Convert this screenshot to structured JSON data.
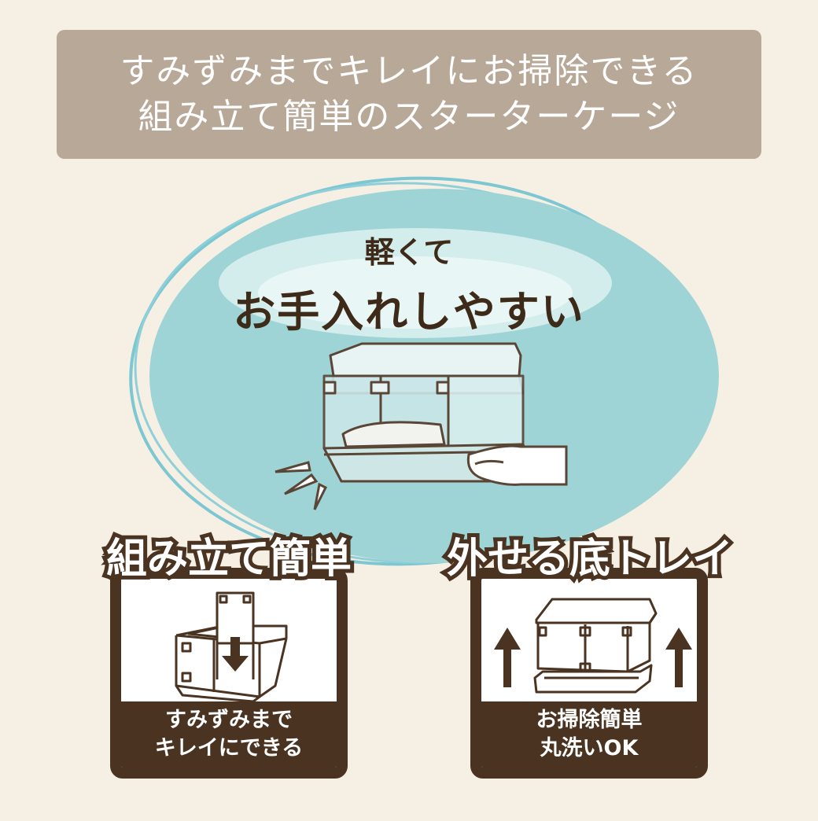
{
  "banner": {
    "line1": "すみずみまでキレイにお掃除できる",
    "line2": "組み立て簡単のスターターケージ"
  },
  "headline": {
    "sub": "軽くて",
    "main": "お手入れしやすい"
  },
  "features": [
    {
      "title": "組み立て簡単",
      "footer_line1": "すみずみまで",
      "footer_line2": "キレイにできる"
    },
    {
      "title": "外せる底トレイ",
      "footer_line1": "お掃除簡単",
      "footer_line2": "丸洗いOK"
    }
  ],
  "colors": {
    "background": "#f6efe4",
    "banner": "#b8a897",
    "ellipse": "#9ed4d6",
    "brown": "#4a3320"
  }
}
